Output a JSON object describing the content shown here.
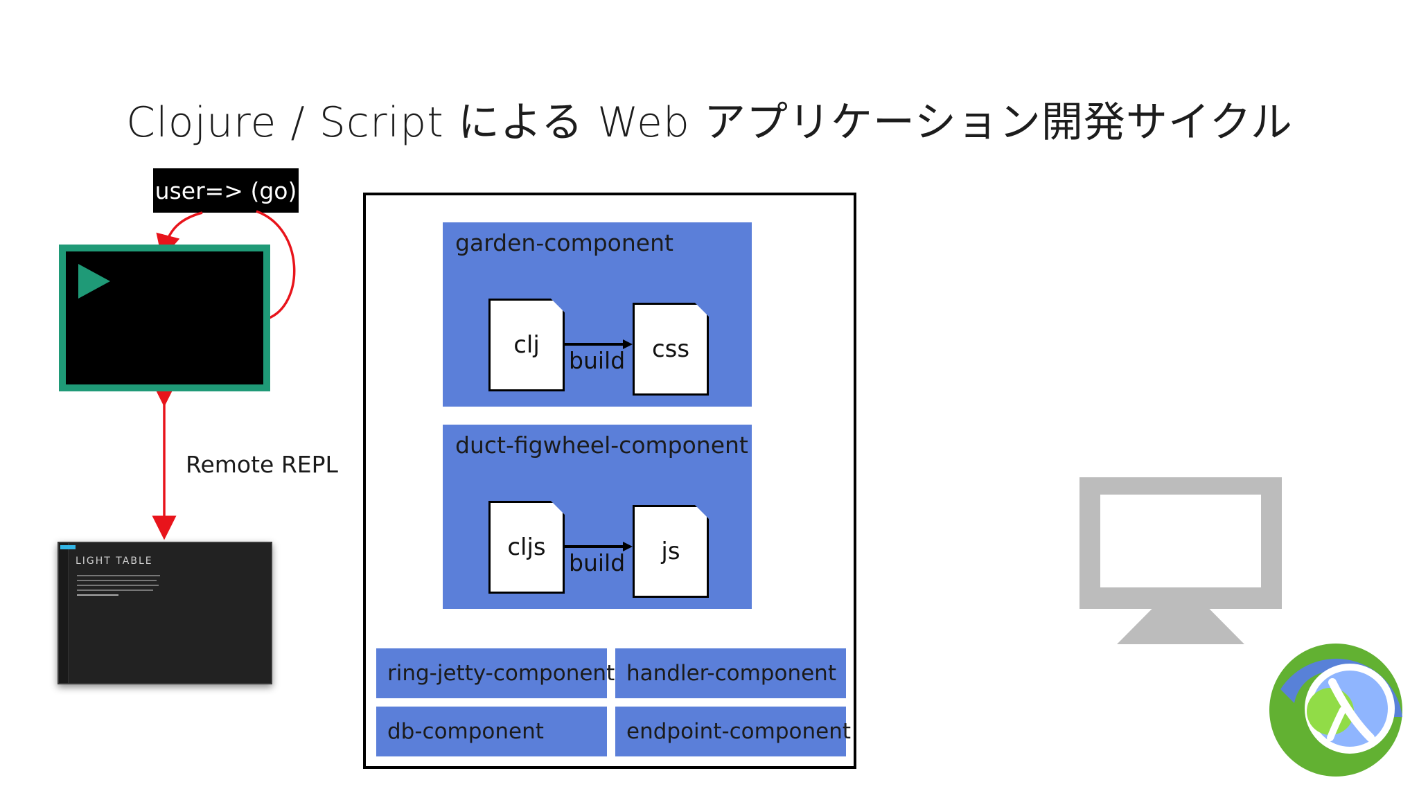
{
  "title": "Clojure / Script による Web アプリケーション開発サイクル",
  "repl_prompt": "user=> (go)",
  "remote_repl_label": "Remote REPL",
  "light_table": {
    "title": "LIGHT TABLE"
  },
  "colors": {
    "component_blue": "#5b7fd9",
    "terminal_green": "#1f9a77",
    "repl_arrow_red": "#e8141b",
    "monitor_gray": "#bcbcbc",
    "clojure_green": "#62b132",
    "clojure_blue": "#5881d8"
  },
  "garden_component": {
    "label": "garden-component",
    "source": "clj",
    "target": "css",
    "arrow_label": "build"
  },
  "figwheel_component": {
    "label": "duct-figwheel-component",
    "source": "cljs",
    "target": "js",
    "arrow_label": "build"
  },
  "components": {
    "ring_jetty": "ring-jetty-component",
    "handler": "handler-component",
    "db": "db-component",
    "endpoint": "endpoint-component"
  },
  "icons": [
    "play-icon",
    "desktop-monitor-icon",
    "clojure-logo-icon",
    "document-icon"
  ]
}
